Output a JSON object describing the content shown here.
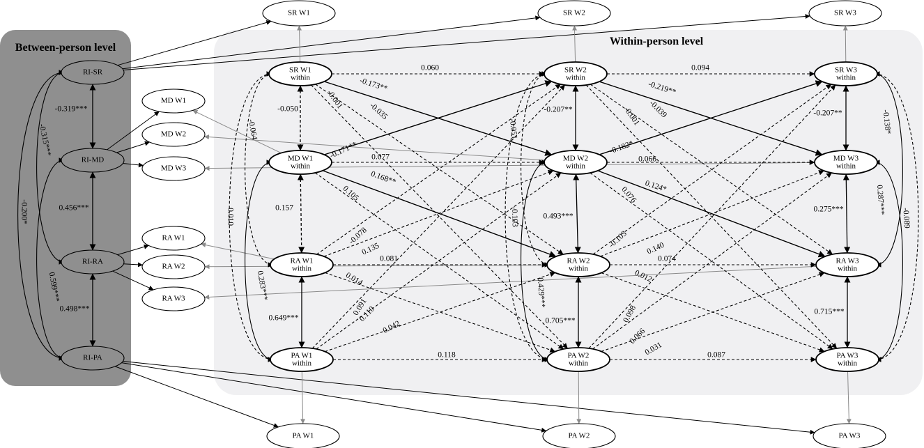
{
  "panels": {
    "between_title": "Between-person level",
    "within_title": "Within-person level"
  },
  "nodes": {
    "SRW1": [
      "SR W1"
    ],
    "SRW2": [
      "SR W2"
    ],
    "SRW3": [
      "SR W3"
    ],
    "PAW1": [
      "PA W1"
    ],
    "PAW2": [
      "PA W2"
    ],
    "PAW3": [
      "PA W3"
    ],
    "MDW1": [
      "MD W1"
    ],
    "MDW2": [
      "MD W2"
    ],
    "MDW3": [
      "MD W3"
    ],
    "RAW1": [
      "RA W1"
    ],
    "RAW2": [
      "RA W2"
    ],
    "RAW3": [
      "RA W3"
    ],
    "RISR": [
      "RI-SR"
    ],
    "RIMD": [
      "RI-MD"
    ],
    "RIRA": [
      "RI-RA"
    ],
    "RIPA": [
      "RI-PA"
    ],
    "SRw1": [
      "SR W1",
      "within"
    ],
    "SRw2": [
      "SR W2",
      "within"
    ],
    "SRw3": [
      "SR W3",
      "within"
    ],
    "MDw1": [
      "MD W1",
      "within"
    ],
    "MDw2": [
      "MD W2",
      "within"
    ],
    "MDw3": [
      "MD W3",
      "within"
    ],
    "RAw1": [
      "RA W1",
      "within"
    ],
    "RAw2": [
      "RA W2",
      "within"
    ],
    "RAw3": [
      "RA W3",
      "within"
    ],
    "PAw1": [
      "PA W1",
      "within"
    ],
    "PAw2": [
      "PA W2",
      "within"
    ],
    "PAw3": [
      "PA W3",
      "within"
    ]
  },
  "between_correlations": [
    {
      "from": "RISR",
      "to": "RIMD",
      "value": "-0.319***"
    },
    {
      "from": "RIMD",
      "to": "RIRA",
      "value": "0.456***"
    },
    {
      "from": "RIRA",
      "to": "RIPA",
      "value": "0.498***"
    },
    {
      "from": "RISR",
      "to": "RIRA",
      "value": "-0.315***"
    },
    {
      "from": "RIMD",
      "to": "RIPA",
      "value": "0.599***"
    },
    {
      "from": "RISR",
      "to": "RIPA",
      "value": "-0.200*"
    }
  ],
  "within_covariances": [
    {
      "from": "SRw1",
      "to": "MDw1",
      "value": "-0.050"
    },
    {
      "from": "MDw1",
      "to": "RAw1",
      "value": "0.157"
    },
    {
      "from": "RAw1",
      "to": "PAw1",
      "value": "0.649***"
    },
    {
      "from": "SRw1",
      "to": "RAw1",
      "value": "-0.064"
    },
    {
      "from": "MDw1",
      "to": "PAw1",
      "value": "0.283***"
    },
    {
      "from": "SRw1",
      "to": "PAw1",
      "value": "0.010"
    },
    {
      "from": "SRw2",
      "to": "MDw2",
      "value": "-0.207**"
    },
    {
      "from": "MDw2",
      "to": "RAw2",
      "value": "0.493***"
    },
    {
      "from": "RAw2",
      "to": "PAw2",
      "value": "0.705***"
    },
    {
      "from": "SRw2",
      "to": "RAw2",
      "value": "-0.051"
    },
    {
      "from": "MDw2",
      "to": "PAw2",
      "value": "0.429***"
    },
    {
      "from": "SRw2",
      "to": "PAw2",
      "value": "-0.103"
    },
    {
      "from": "SRw3",
      "to": "MDw3",
      "value": "-0.207**"
    },
    {
      "from": "MDw3",
      "to": "RAw3",
      "value": "0.275***"
    },
    {
      "from": "RAw3",
      "to": "PAw3",
      "value": "0.715***"
    },
    {
      "from": "SRw3",
      "to": "RAw3",
      "value": "-0.138*"
    },
    {
      "from": "MDw3",
      "to": "PAw3",
      "value": "0.287***"
    },
    {
      "from": "SRw3",
      "to": "PAw3",
      "value": "-0.089"
    }
  ],
  "cross_lagged_paths": [
    {
      "from": "SRw1",
      "to": "SRw2",
      "value": "0.060",
      "significant": false
    },
    {
      "from": "SRw1",
      "to": "MDw2",
      "value": "-0.173**",
      "significant": true
    },
    {
      "from": "SRw1",
      "to": "RAw2",
      "value": "-0.001",
      "significant": false
    },
    {
      "from": "SRw1",
      "to": "PAw2",
      "value": "-0.035",
      "significant": false
    },
    {
      "from": "MDw1",
      "to": "SRw2",
      "value": "-0.171**",
      "significant": true
    },
    {
      "from": "MDw1",
      "to": "MDw2",
      "value": "0.077",
      "significant": false
    },
    {
      "from": "MDw1",
      "to": "RAw2",
      "value": "0.168**",
      "significant": true
    },
    {
      "from": "MDw1",
      "to": "PAw2",
      "value": "0.105",
      "significant": false
    },
    {
      "from": "RAw1",
      "to": "SRw2",
      "value": "-0.078",
      "significant": false
    },
    {
      "from": "RAw1",
      "to": "MDw2",
      "value": "0.135",
      "significant": false
    },
    {
      "from": "RAw1",
      "to": "RAw2",
      "value": "0.081",
      "significant": false
    },
    {
      "from": "RAw1",
      "to": "PAw2",
      "value": "0.014",
      "significant": false
    },
    {
      "from": "PAw1",
      "to": "SRw2",
      "value": "0.091",
      "significant": false
    },
    {
      "from": "PAw1",
      "to": "MDw2",
      "value": "0.110",
      "significant": false
    },
    {
      "from": "PAw1",
      "to": "RAw2",
      "value": "0.042",
      "significant": false
    },
    {
      "from": "PAw1",
      "to": "PAw2",
      "value": "0.118",
      "significant": false
    },
    {
      "from": "SRw2",
      "to": "SRw3",
      "value": "0.094",
      "significant": false
    },
    {
      "from": "SRw2",
      "to": "MDw3",
      "value": "-0.219**",
      "significant": true
    },
    {
      "from": "SRw2",
      "to": "RAw3",
      "value": "-0.039",
      "significant": false
    },
    {
      "from": "SRw2",
      "to": "PAw3",
      "value": "-0.001",
      "significant": false
    },
    {
      "from": "MDw2",
      "to": "SRw3",
      "value": "-0.182*",
      "significant": true
    },
    {
      "from": "MDw2",
      "to": "MDw3",
      "value": "0.066",
      "significant": false
    },
    {
      "from": "MDw2",
      "to": "RAw3",
      "value": "0.124*",
      "significant": true
    },
    {
      "from": "MDw2",
      "to": "PAw3",
      "value": "0.076",
      "significant": false
    },
    {
      "from": "RAw2",
      "to": "SRw3",
      "value": "-0.103",
      "significant": false
    },
    {
      "from": "RAw2",
      "to": "MDw3",
      "value": "0.140",
      "significant": false
    },
    {
      "from": "RAw2",
      "to": "RAw3",
      "value": "0.074",
      "significant": false
    },
    {
      "from": "RAw2",
      "to": "PAw3",
      "value": "0.012",
      "significant": false
    },
    {
      "from": "PAw2",
      "to": "SRw3",
      "value": "0.098",
      "significant": false
    },
    {
      "from": "PAw2",
      "to": "MDw3",
      "value": "0.066",
      "significant": false
    },
    {
      "from": "PAw2",
      "to": "RAw3",
      "value": "0.031",
      "significant": false
    },
    {
      "from": "PAw2",
      "to": "PAw3",
      "value": "0.087",
      "significant": false
    }
  ]
}
